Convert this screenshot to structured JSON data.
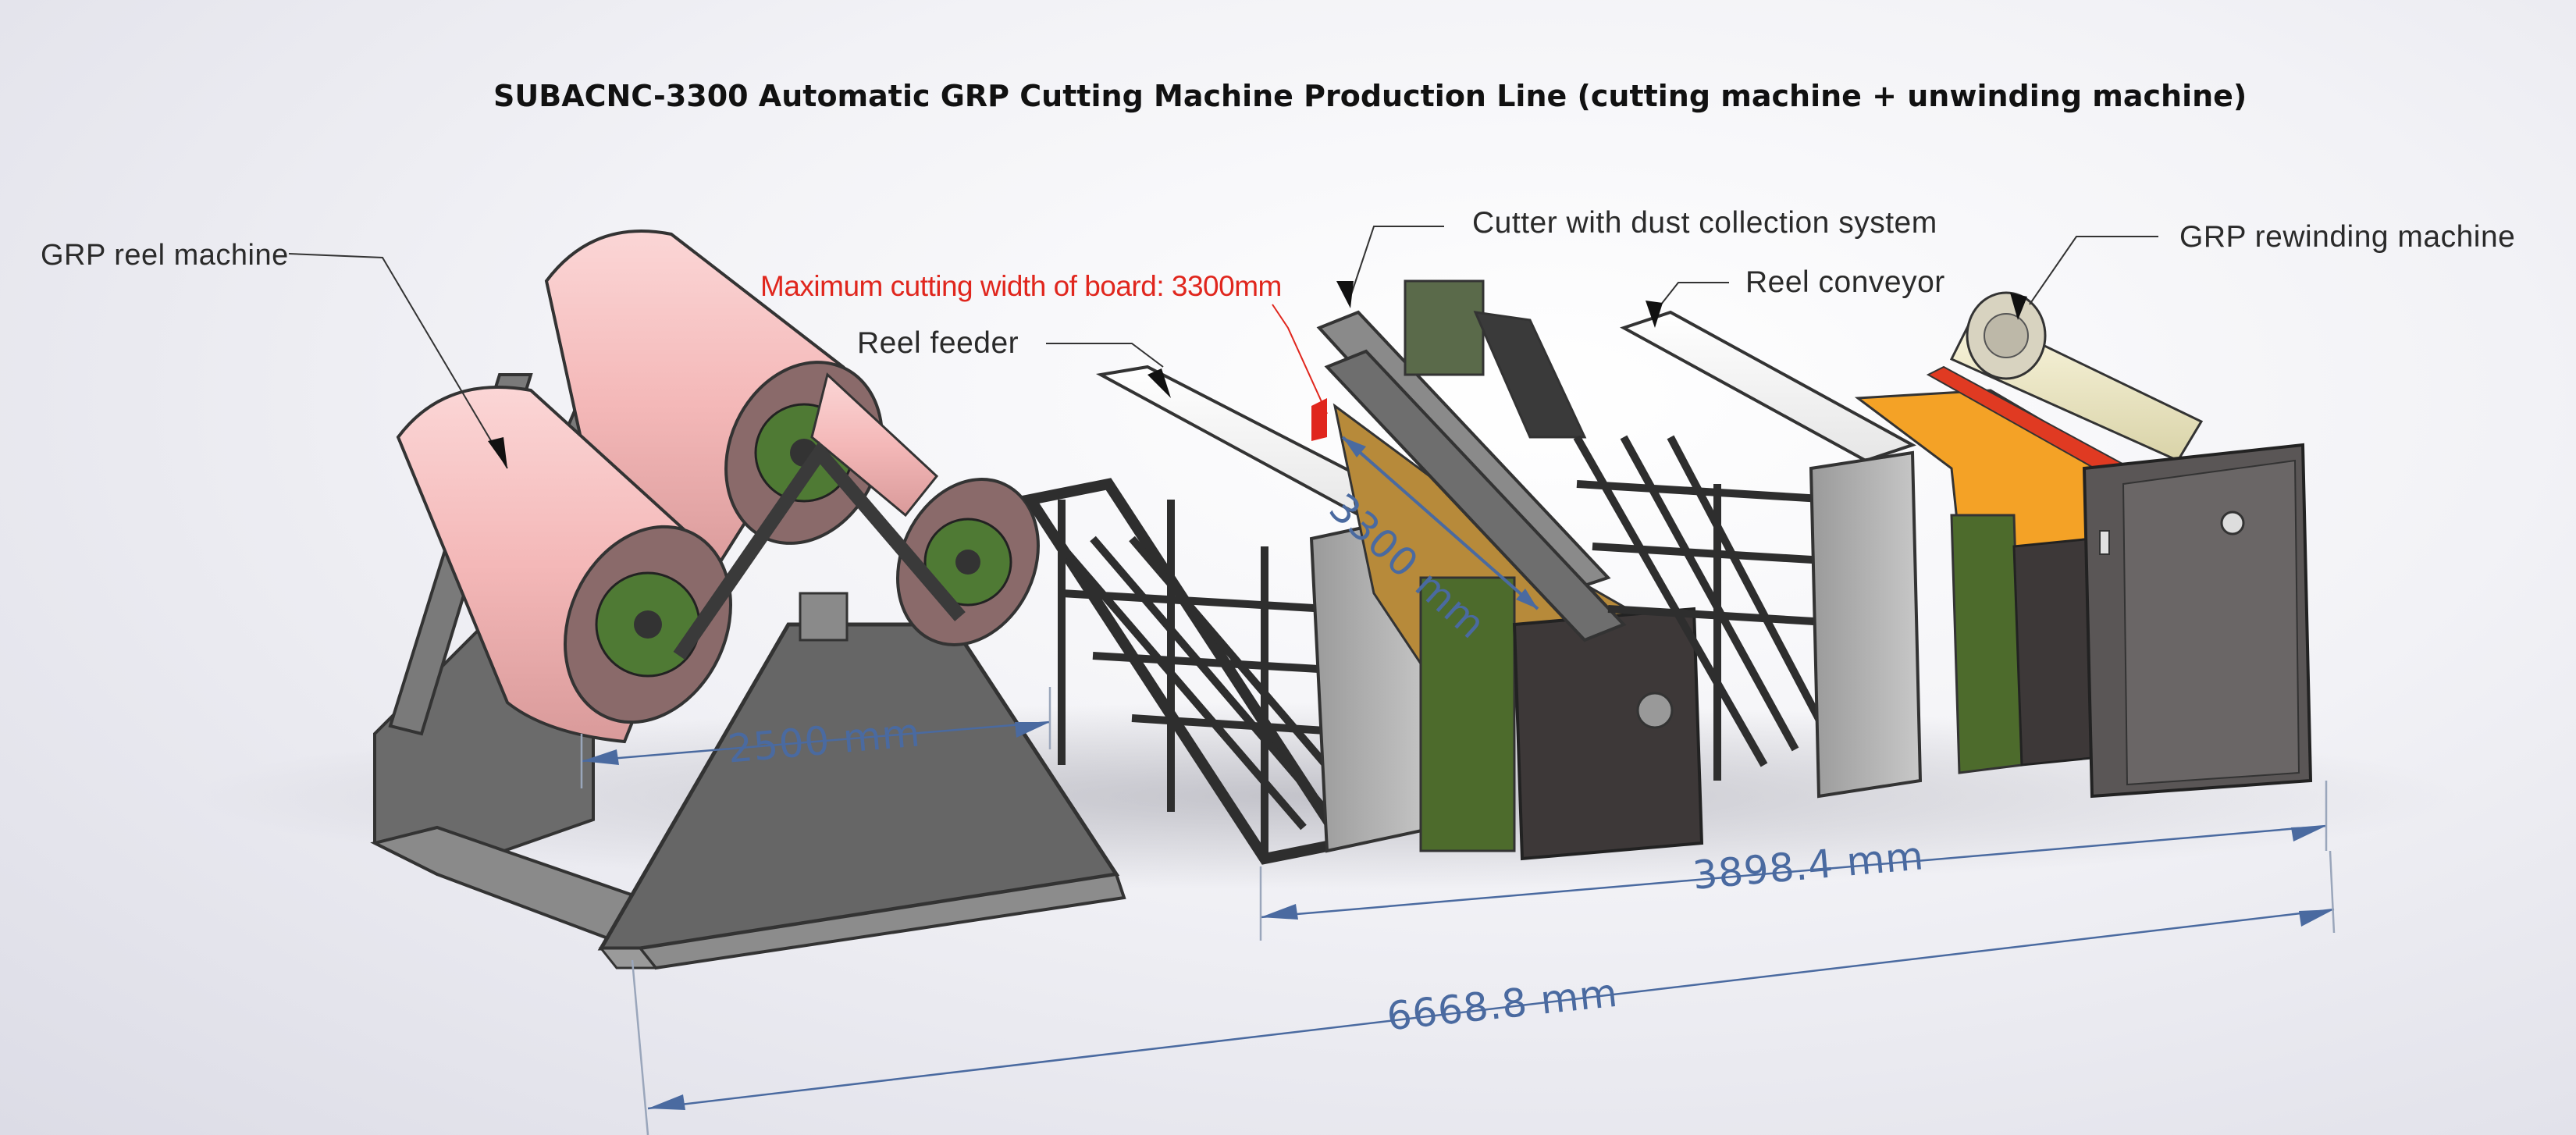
{
  "title": "SUBACNC-3300 Automatic GRP Cutting Machine Production Line (cutting machine + unwinding machine)",
  "labels": {
    "grp_reel_machine": "GRP reel machine",
    "max_cutting_width": "Maximum cutting width of board: 3300mm",
    "reel_feeder": "Reel feeder",
    "cutter": "Cutter with dust collection system",
    "reel_conveyor": "Reel conveyor",
    "grp_rewinding_machine": "GRP rewinding machine"
  },
  "dimensions": {
    "reel_width": "2500 mm",
    "cutting_width": "3300 mm",
    "line_section_length": "3898.4 mm",
    "total_length": "6668.8 mm"
  },
  "colors": {
    "highlight_red": "#e0261d",
    "dimension_blue": "#4a6aa0",
    "reel_pink": "#f3b9b9",
    "hub_green": "#4f7a34",
    "frame_grey": "#4a4a4a",
    "panel_orange": "#f4a226"
  }
}
